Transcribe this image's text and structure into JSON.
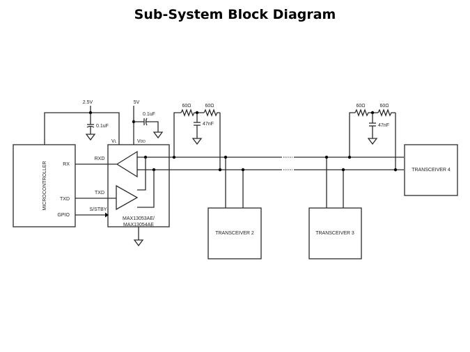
{
  "title": "Sub-System Block Diagram",
  "supplies": {
    "vl_supply": "2.5V",
    "vdd_supply": "5V"
  },
  "capacitors": {
    "vl_decoupling": "0.1uF",
    "vdd_decoupling": "0.1uF",
    "term1_split": "47nF",
    "term2_split": "47nF"
  },
  "resistors": {
    "term1_a": "60Ω",
    "term1_b": "60Ω",
    "term2_a": "60Ω",
    "term2_b": "60Ω"
  },
  "microcontroller": {
    "label": "MICROCONTROLLER",
    "pins": {
      "rx": "RX",
      "txd": "TXD",
      "gpio": "GPIO"
    }
  },
  "transceiver_ic": {
    "part_line1": "MAX13053AE/",
    "part_line2": "MAX13054AE",
    "pins": {
      "vl": "VL",
      "vl_sub": "L",
      "vdd": "VDD",
      "vdd_sub": "DD"
    }
  },
  "signals": {
    "rxd": "RXD",
    "txd": "TXD",
    "standby": "S/STBY"
  },
  "nodes": {
    "transceiver2": "TRANSCEIVER 2",
    "transceiver3": "TRANSCEIVER 3",
    "transceiver4": "TRANSCEIVER 4"
  }
}
